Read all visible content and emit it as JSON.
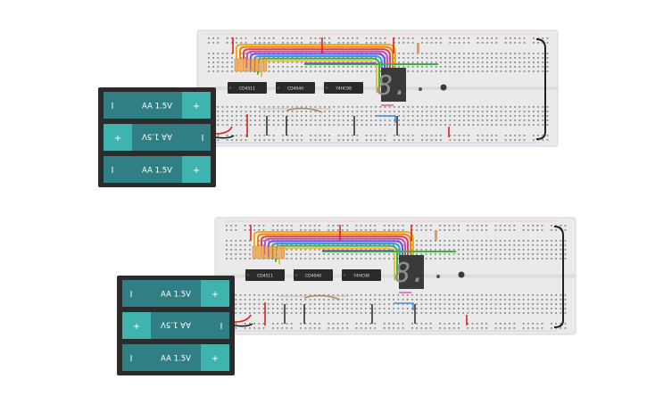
{
  "circuits": [
    {
      "name": "circuit-top",
      "chips": [
        "CD4511",
        "CD4040",
        "74HC08"
      ],
      "display_digit": "8.",
      "battery_cells": [
        {
          "label": "AA 1.5V",
          "flipped": false
        },
        {
          "label": "AA 1.5V",
          "flipped": true
        },
        {
          "label": "AA 1.5V",
          "flipped": false
        }
      ]
    },
    {
      "name": "circuit-bottom",
      "chips": [
        "CD4511",
        "CD4040",
        "74HC08"
      ],
      "display_digit": "8.",
      "battery_cells": [
        {
          "label": "AA 1.5V",
          "flipped": false
        },
        {
          "label": "AA 1.5V",
          "flipped": true
        },
        {
          "label": "AA 1.5V",
          "flipped": false
        }
      ]
    }
  ],
  "terminal_symbols": {
    "plus": "+",
    "minus": "I"
  },
  "colors": {
    "breadboard": "#eaeaea",
    "battery_case": "#2b2b2b",
    "battery_cell": "#2f7f84",
    "battery_cap": "#3fb3ad",
    "chip": "#2a2a2a",
    "display": "#3a3a3a",
    "segment": "#8f8f8f"
  }
}
